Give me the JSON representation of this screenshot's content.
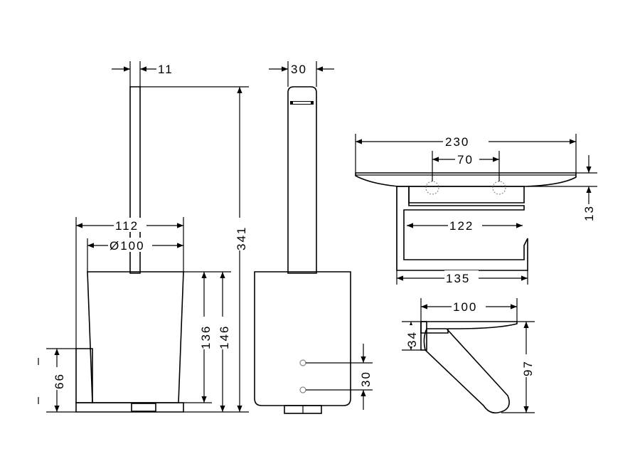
{
  "brush_side": {
    "width_top": "11",
    "height_total": "341",
    "width_outer": "112",
    "diameter": "Ø100",
    "height_body": "136",
    "height_total_body": "146",
    "height_base": "66"
  },
  "brush_front": {
    "width_top": "30",
    "spacing": "30"
  },
  "holder_top": {
    "width_total": "230",
    "spacing": "70",
    "thickness": "13",
    "inner_width": "122",
    "depth": "135"
  },
  "holder_side": {
    "width": "100",
    "height_small": "34",
    "height_total": "97"
  }
}
